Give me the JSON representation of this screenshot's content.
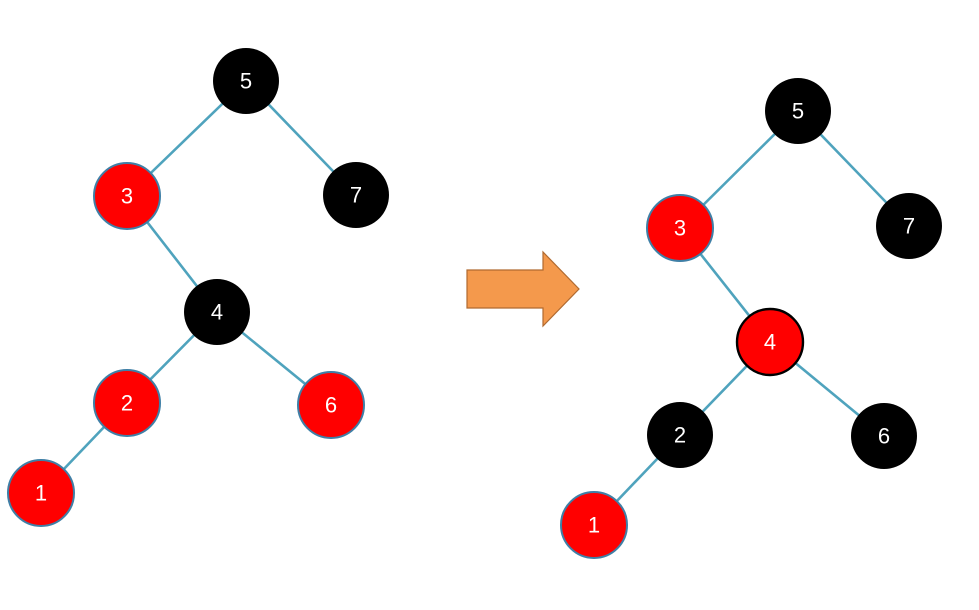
{
  "colors": {
    "red": "#ff0000",
    "black": "#000000",
    "edge": "#4fa3bd",
    "arrow_fill": "#f4994c",
    "arrow_stroke": "#b06a30",
    "red_node_border_light": "#3f7fa6",
    "red_node_border_dark": "#000000",
    "label": "#ffffff"
  },
  "trees": [
    {
      "name": "before",
      "nodes": [
        {
          "key": "5",
          "color": "black"
        },
        {
          "key": "3",
          "color": "red"
        },
        {
          "key": "7",
          "color": "black"
        },
        {
          "key": "4",
          "color": "black"
        },
        {
          "key": "2",
          "color": "red"
        },
        {
          "key": "6",
          "color": "red"
        },
        {
          "key": "1",
          "color": "red"
        }
      ],
      "edges": [
        [
          "5",
          "3"
        ],
        [
          "5",
          "7"
        ],
        [
          "3",
          "4"
        ],
        [
          "4",
          "2"
        ],
        [
          "4",
          "6"
        ],
        [
          "2",
          "1"
        ]
      ]
    },
    {
      "name": "after",
      "nodes": [
        {
          "key": "5",
          "color": "black"
        },
        {
          "key": "3",
          "color": "red"
        },
        {
          "key": "7",
          "color": "black"
        },
        {
          "key": "4",
          "color": "red"
        },
        {
          "key": "2",
          "color": "black"
        },
        {
          "key": "6",
          "color": "black"
        },
        {
          "key": "1",
          "color": "red"
        }
      ],
      "edges": [
        [
          "5",
          "3"
        ],
        [
          "5",
          "7"
        ],
        [
          "3",
          "4"
        ],
        [
          "4",
          "2"
        ],
        [
          "4",
          "6"
        ],
        [
          "2",
          "1"
        ]
      ]
    }
  ],
  "transition_arrow": {
    "icon": "right-arrow-icon"
  }
}
